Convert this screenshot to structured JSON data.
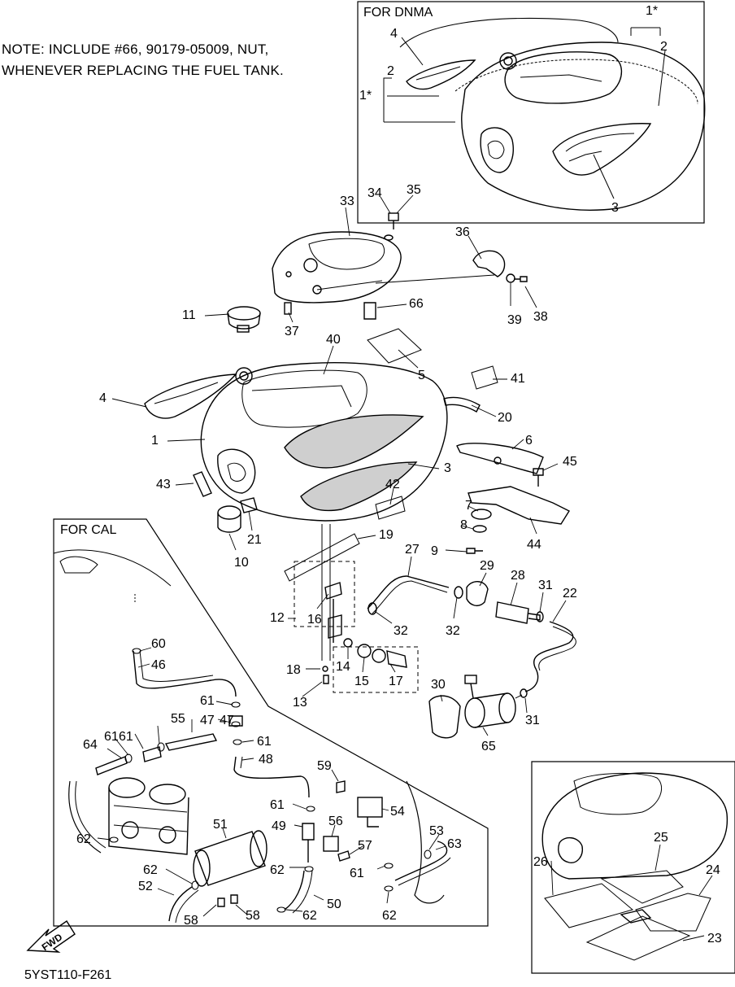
{
  "note": {
    "line1": "NOTE: INCLUDE #66, 90179-05009, NUT,",
    "line2": "WHENEVER REPLACING THE FUEL TANK."
  },
  "inset_dnma": {
    "title": "FOR DNMA",
    "labels": [
      "1*",
      "2",
      "4",
      "2",
      "1*",
      "3"
    ]
  },
  "inset_cal": {
    "title": "FOR CAL"
  },
  "fwd_label": "FWD",
  "diagram_code": "5YST110-F261",
  "callouts": [
    "33",
    "34",
    "35",
    "36",
    "11",
    "37",
    "66",
    "39",
    "38",
    "40",
    "5",
    "41",
    "4",
    "20",
    "1",
    "6",
    "45",
    "3",
    "43",
    "42",
    "7",
    "21",
    "8",
    "44",
    "10",
    "9",
    "19",
    "27",
    "29",
    "28",
    "31",
    "22",
    "12",
    "16",
    "32",
    "32",
    "18",
    "13",
    "14",
    "15",
    "17",
    "30",
    "31",
    "65",
    "60",
    "46",
    "61",
    "47",
    "55",
    "61",
    "47",
    "64",
    "61",
    "61",
    "48",
    "59",
    "54",
    "51",
    "56",
    "49",
    "61",
    "57",
    "62",
    "63",
    "53",
    "62",
    "62",
    "61",
    "52",
    "58",
    "58",
    "62",
    "50",
    "62",
    "26",
    "25",
    "24",
    "23"
  ]
}
